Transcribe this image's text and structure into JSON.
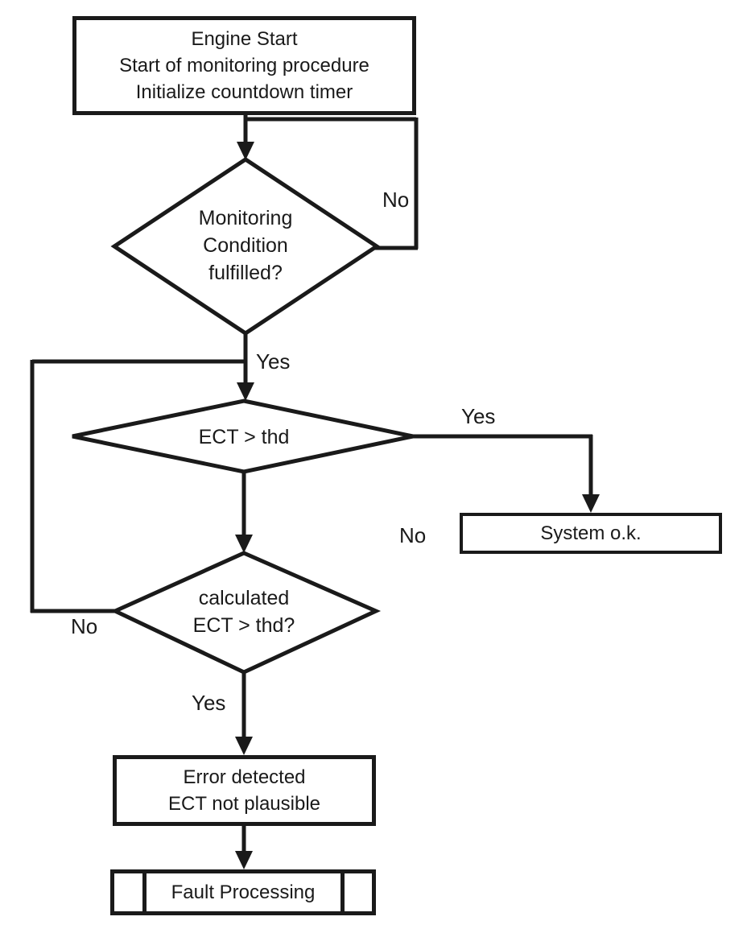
{
  "colors": {
    "ink": "#1a1a1a",
    "background": "#ffffff"
  },
  "flowchart": {
    "start_box": {
      "line1": "Engine Start",
      "line2": "Start of monitoring procedure",
      "line3": "Initialize countdown timer"
    },
    "decision_monitoring": {
      "line1": "Monitoring",
      "line2": "Condition",
      "line3": "fulfilled?",
      "no_label": "No",
      "yes_label": "Yes"
    },
    "decision_ect": {
      "label": "ECT > thd",
      "yes_label": "Yes",
      "no_label": "No"
    },
    "decision_calculated": {
      "line1": "calculated",
      "line2": "ECT > thd?",
      "no_label": "No",
      "yes_label": "Yes"
    },
    "system_ok_box": {
      "label": "System o.k."
    },
    "error_box": {
      "line1": "Error detected",
      "line2": "ECT not plausible"
    },
    "fault_box": {
      "label": "Fault Processing"
    }
  }
}
